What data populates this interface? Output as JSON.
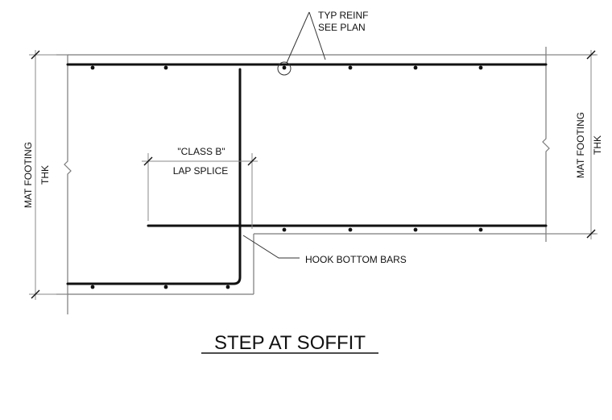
{
  "labels": {
    "typ_reinf_line1": "TYP REINF",
    "typ_reinf_line2": "SEE PLAN",
    "class_b": "\"CLASS B\"",
    "lap_splice": "LAP SPLICE",
    "hook_bottom_bars": "HOOK BOTTOM BARS",
    "left_dim_line1": "MAT FOOTING",
    "left_dim_line2": "THK",
    "right_dim_line1": "MAT FOOTING",
    "right_dim_line2": "THK",
    "title": "STEP AT SOFFIT"
  },
  "colors": {
    "linework": "#111111",
    "outline": "#7a7a7a",
    "background": "#ffffff"
  }
}
